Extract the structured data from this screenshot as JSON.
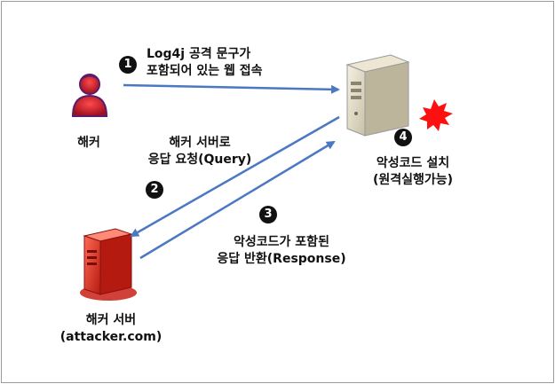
{
  "hacker": {
    "label": "해커"
  },
  "hacker_server": {
    "label_line1": "해커 서버",
    "label_line2": "(attacker.com)"
  },
  "target_server": {
    "label_line1": "악성코드 설치",
    "label_line2": "(원격실행가능)"
  },
  "steps": [
    {
      "number": "1",
      "line1": "Log4j 공격 문구가",
      "line2": "포함되어 있는 웹 접속"
    },
    {
      "number": "2",
      "line1": "해커 서버로",
      "line2": "응답 요청(Query)"
    },
    {
      "number": "3",
      "line1": "악성코드가 포함된",
      "line2": "응답 반환(Response)"
    },
    {
      "number": "4"
    }
  ],
  "colors": {
    "arrow": "#4a78c2",
    "burst": "#ff1010",
    "hacker": "#d9202a",
    "server_red": "#d42a1e"
  }
}
